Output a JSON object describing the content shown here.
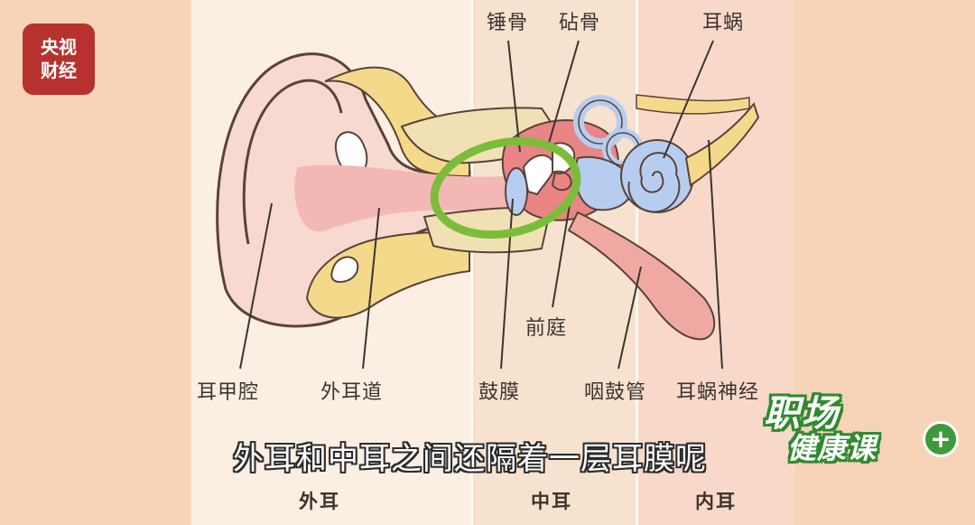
{
  "broadcaster_logo": {
    "line1": "央视",
    "line2": "财经"
  },
  "labels": {
    "malleus": "锤骨",
    "incus": "砧骨",
    "cochlea": "耳蜗",
    "concha": "耳甲腔",
    "ear_canal": "外耳道",
    "vestibule": "前庭",
    "eardrum": "鼓膜",
    "eustachian_tube": "咽鼓管",
    "cochlear_nerve": "耳蜗神经"
  },
  "zones": {
    "outer": "外耳",
    "middle": "中耳",
    "inner": "内耳"
  },
  "subtitle": "外耳和中耳之间还隔着一层耳膜呢",
  "show_logo": {
    "line1": "职场",
    "line2": "健康课",
    "plus": "+"
  },
  "colors": {
    "outer_zone": "#fbefe3",
    "middle_zone": "#f7e2cf",
    "inner_zone": "#f8d9c9",
    "highlight_circle": "#7bbd3b",
    "cochlea_blue": "#b7cdef"
  }
}
